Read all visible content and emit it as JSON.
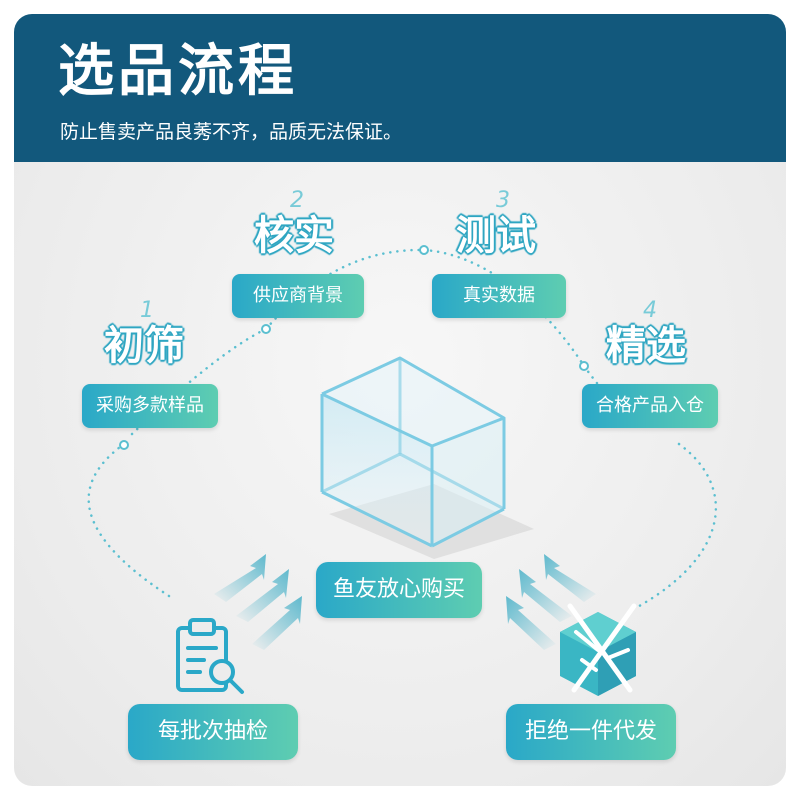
{
  "header": {
    "title": "选品流程",
    "subtitle": "防止售卖产品良莠不齐，品质无法保证。"
  },
  "steps": [
    {
      "number": "1",
      "title": "初筛",
      "label": "采购多款样品"
    },
    {
      "number": "2",
      "title": "核实",
      "label": "供应商背景"
    },
    {
      "number": "3",
      "title": "测试",
      "label": "真实数据"
    },
    {
      "number": "4",
      "title": "精选",
      "label": "合格产品入仓"
    }
  ],
  "center": {
    "label": "鱼友放心购买"
  },
  "bottom_left": {
    "label": "每批次抽检",
    "icon": "clipboard-search-icon"
  },
  "bottom_right": {
    "label": "拒绝一件代发",
    "icon": "crossed-box-icon"
  },
  "colors": {
    "header_bg": "#12587c",
    "pill_start": "#2aa8c8",
    "pill_end": "#5ecdb1",
    "accent": "#2fa6c2"
  }
}
